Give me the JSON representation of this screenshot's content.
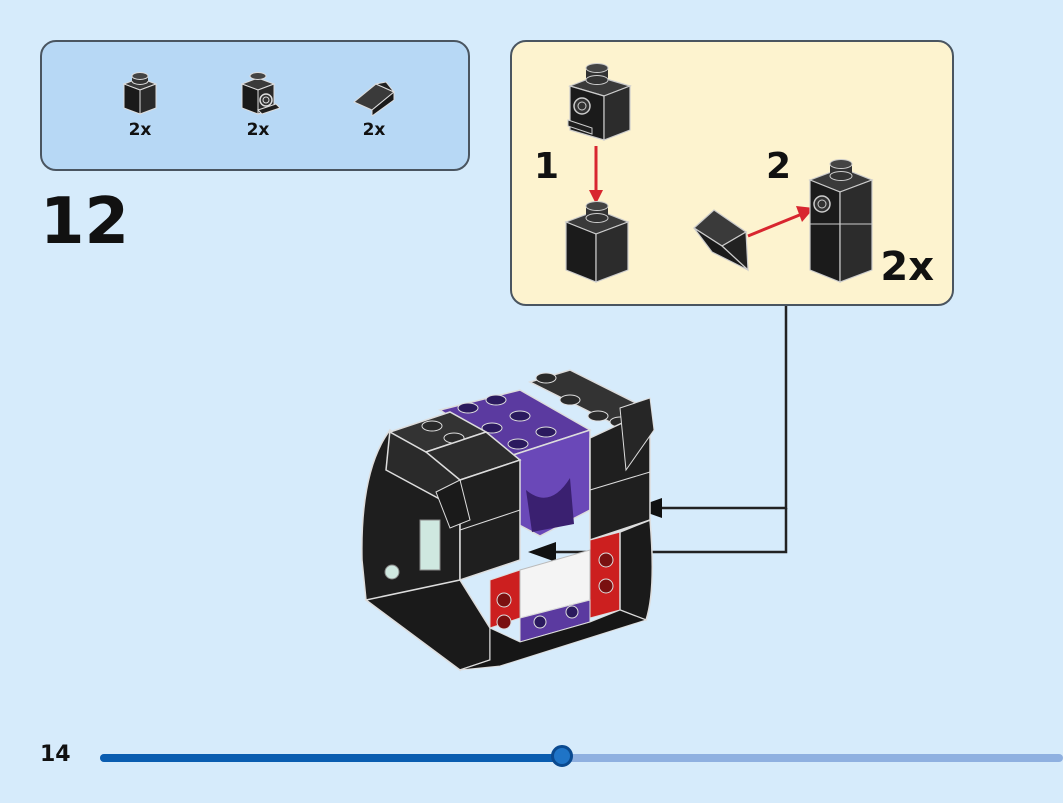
{
  "page": {
    "number": "14",
    "progress_fraction": 0.48
  },
  "step": {
    "number": "12"
  },
  "parts_list": {
    "items": [
      {
        "icon": "black-brick-1x1-icon",
        "quantity": "2x"
      },
      {
        "icon": "black-brick-1x1-with-side-stud-icon",
        "quantity": "2x"
      },
      {
        "icon": "black-slope-icon",
        "quantity": "2x"
      }
    ]
  },
  "sub_assembly": {
    "step_1_label": "1",
    "step_2_label": "2",
    "quantity": "2x"
  },
  "colors": {
    "background": "#d6ebfb",
    "parts_box": "#b7d8f5",
    "subassembly_box": "#fdf3cf",
    "arrow_red": "#d8262f",
    "progress_fill": "#0a5db0",
    "progress_track": "#8fb0e0",
    "model_black": "#222222",
    "model_purple": "#5b3aa0",
    "model_red": "#cc1f1f"
  }
}
